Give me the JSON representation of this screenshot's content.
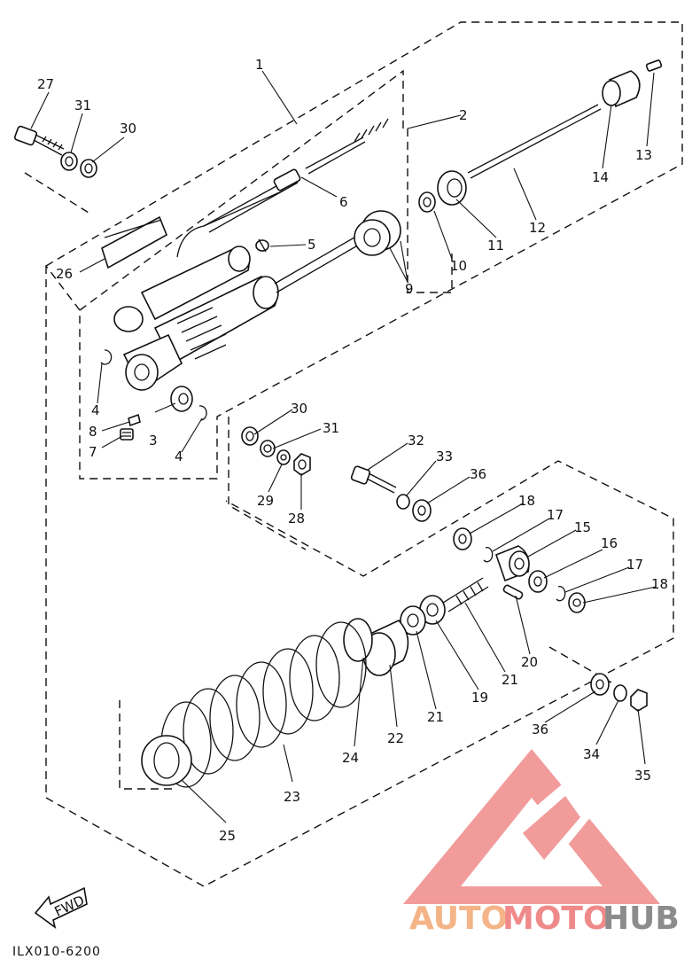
{
  "diagram": {
    "code": "ILX010-6200",
    "fwd": "FWD",
    "labels": [
      "27",
      "31",
      "30",
      "1",
      "2",
      "13",
      "14",
      "11",
      "12",
      "6",
      "10",
      "5",
      "26",
      "9",
      "4",
      "8",
      "7",
      "3",
      "4",
      "30",
      "31",
      "29",
      "28",
      "32",
      "33",
      "36",
      "18",
      "17",
      "15",
      "16",
      "17",
      "18",
      "20",
      "21",
      "19",
      "21",
      "22",
      "24",
      "23",
      "25",
      "36",
      "34",
      "35"
    ]
  },
  "watermark": {
    "text_a": "AUTO",
    "text_b": "MOTO",
    "text_c": "HUB",
    "logo_color": "#f08a8a",
    "color_a": "#f4b487",
    "color_b": "#f08a8a",
    "color_c": "#8c8c8c"
  }
}
